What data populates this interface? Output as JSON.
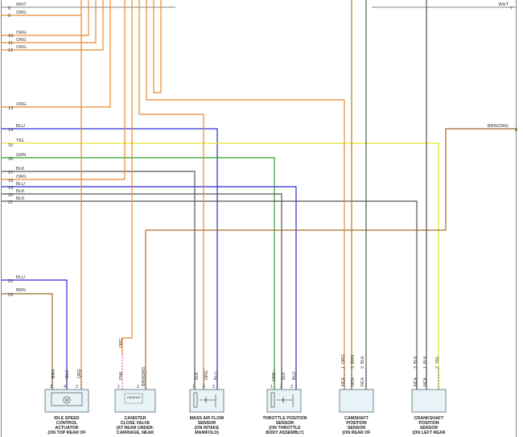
{
  "colors": {
    "WHT": "#9a9a9a",
    "ORG": "#e8892b",
    "BLU": "#2b2bd6",
    "YEL": "#e3e32a",
    "GRN": "#2aa52a",
    "BLK": "#555555",
    "BRN": "#9b6a2a",
    "PNK": "#e36ab0",
    "BRN/ORG": "#a86a24",
    "DARK_ORG": "#b87a1d"
  },
  "left_rows": [
    {
      "num": "8",
      "color": "WHT"
    },
    {
      "num": "9",
      "color": "ORG"
    },
    {
      "num": "10",
      "color": "ORG"
    },
    {
      "num": "11",
      "color": "ORG"
    },
    {
      "num": "12",
      "color": "ORG"
    },
    {
      "num": "13",
      "color": "ORG"
    },
    {
      "num": "14",
      "color": "BLU"
    },
    {
      "num": "15",
      "color": "YEL"
    },
    {
      "num": "16",
      "color": "GRN"
    },
    {
      "num": "17",
      "color": "BLK"
    },
    {
      "num": "18",
      "color": "ORG"
    },
    {
      "num": "19",
      "color": "BLU"
    },
    {
      "num": "20",
      "color": "BLK"
    },
    {
      "num": "21",
      "color": "BLK"
    },
    {
      "num": "22",
      "color": "BLU"
    },
    {
      "num": "23",
      "color": "BRN"
    }
  ],
  "right_rows": [
    {
      "num": "7",
      "color": "WHT"
    },
    {
      "num": "8",
      "color": "BRN/ORG"
    }
  ],
  "components": [
    {
      "id": "isc",
      "caption": [
        "IDLE SPEED",
        "CONTROL",
        "ACTUATOR",
        "(ON TOP REAR OF"
      ],
      "pins": [
        {
          "num": "3",
          "color": "BRN"
        },
        {
          "num": "4",
          "color": "BLU"
        },
        {
          "num": "2",
          "color": "ORG"
        }
      ],
      "symbol_label": "M"
    },
    {
      "id": "canister",
      "caption": [
        "CANISTER",
        "CLOSE VALVE",
        "(AT REAR UNDER-",
        "CARRIAGE, NEAR"
      ],
      "pins": [
        {
          "num": "1",
          "color": "PNK"
        },
        {
          "num": "2",
          "color": "BRN/ORG"
        }
      ],
      "upstream": {
        "color": "ORG"
      }
    },
    {
      "id": "maf",
      "caption": [
        "MASS AIR FLOW",
        "SENSOR",
        "(ON INTAKE",
        "MANIFOLD)"
      ],
      "pins": [
        {
          "num": "1",
          "color": "BLK"
        },
        {
          "num": "2",
          "color": "ORG"
        },
        {
          "num": "3",
          "color": "BLU"
        }
      ]
    },
    {
      "id": "tps",
      "caption": [
        "THROTTLE POSITION",
        "SENSOR",
        "(ON THROTTLE",
        "BODY ASSEMBLY)"
      ],
      "pins": [
        {
          "num": "1",
          "color": "GRN"
        },
        {
          "num": "2",
          "color": "BLK"
        },
        {
          "num": "3",
          "color": "BLU"
        }
      ]
    },
    {
      "id": "cmp",
      "caption": [
        "CAMSHAFT",
        "POSITION",
        "SENSOR",
        "(ON REAR OF"
      ],
      "pins": [
        {
          "num": "1",
          "color": "ORG",
          "nca": "NCA"
        },
        {
          "num": "3",
          "color": "BRN",
          "nca": "NCA"
        },
        {
          "num": "2",
          "color": "BLK",
          "nca": "NCA"
        }
      ]
    },
    {
      "id": "ckp",
      "caption": [
        "CRANKSHAFT",
        "POSITION",
        "SENSOR",
        "(ON LEFT REAR"
      ],
      "pins": [
        {
          "num": "3",
          "color": "BLK",
          "nca": "NCA"
        },
        {
          "num": "1",
          "color": "BLK",
          "nca": "NCA"
        },
        {
          "num": "2",
          "color": "YEL"
        }
      ]
    }
  ]
}
